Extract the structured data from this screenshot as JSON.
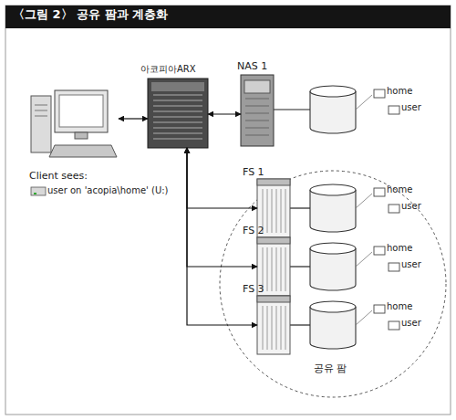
{
  "diagram": {
    "title": "〈그림 2〉 공유 팜과 계층화",
    "nodes": [
      {
        "text": [
          "Client sees:",
          "user on 'acopia\\home' (U:)"
        ]
      },
      {
        "text": [
          "아코피아ARX"
        ]
      },
      {
        "text": [
          "NAS 1"
        ]
      },
      {
        "text": [
          "공유 팜"
        ]
      },
      {
        "text": [
          "FS 1"
        ],
        "in": 3
      },
      {
        "text": [
          "FS 2"
        ],
        "in": 3
      },
      {
        "text": [
          "FS 3"
        ],
        "in": 3
      }
    ],
    "edges": [
      {
        "from": 0,
        "to": 1,
        "arrow": "both"
      },
      {
        "from": 1,
        "to": 2,
        "arrow": "both"
      },
      {
        "from": 1,
        "to": 4,
        "arrow": "both"
      },
      {
        "from": 1,
        "to": 5,
        "arrow": "both"
      },
      {
        "from": 1,
        "to": 6,
        "arrow": "both"
      }
    ],
    "labels": [
      "home",
      "user",
      "home",
      "user",
      "home",
      "user",
      "home",
      "user"
    ]
  }
}
